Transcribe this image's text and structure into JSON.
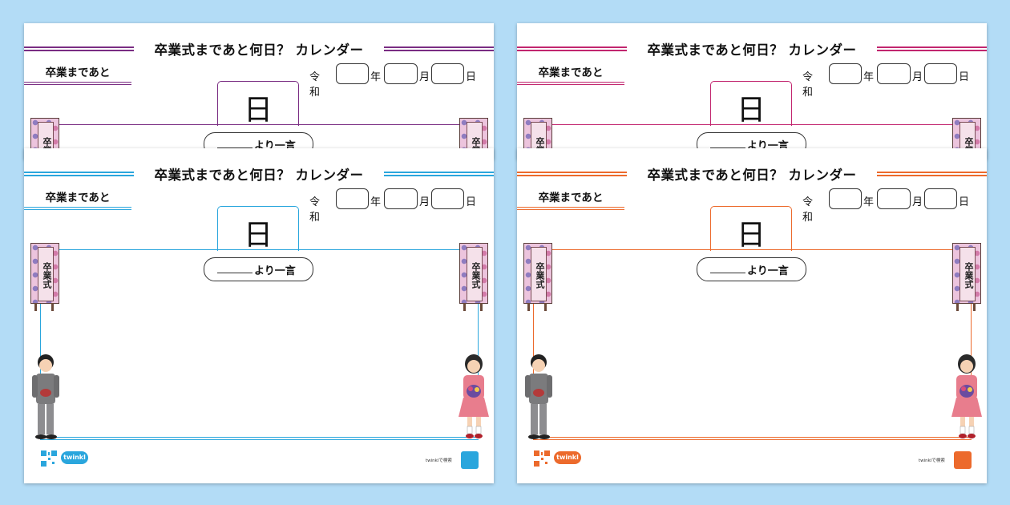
{
  "sheet": {
    "title": "卒業式まであと何日？ カレンダー",
    "count_label": "卒業まであと",
    "era": "令和",
    "year_unit": "年",
    "month_unit": "月",
    "day_unit": "日",
    "day_big": "日",
    "message_suffix": "より一言",
    "banner_text": "卒業式",
    "logo_text": "twinkl",
    "footer_text": "twinklで検索"
  },
  "variants": [
    {
      "name": "purple",
      "accent": "#7a2d83",
      "logo": "#3a9fd8"
    },
    {
      "name": "magenta",
      "accent": "#c2266f",
      "logo": "#3a9fd8"
    },
    {
      "name": "blue",
      "accent": "#2aa6dd",
      "logo": "#2aa6dd"
    },
    {
      "name": "orange",
      "accent": "#ec6a2c",
      "logo": "#ec6a2c"
    }
  ]
}
